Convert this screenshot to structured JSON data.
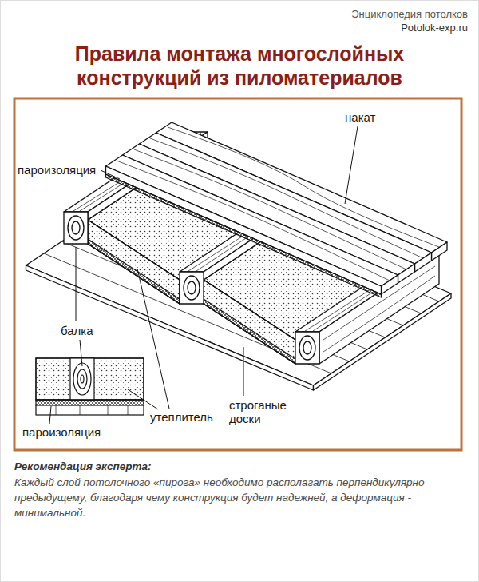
{
  "diagram": {
    "title": "Правила монтажа многослойных конструкций из пиломатериалов",
    "labels": [
      "Энциклопедия потолков",
      "Potolok-exp.ru",
      "накат",
      "пароизоляция",
      "балка",
      "утеплитель",
      "пароизоляция",
      "строганые доски",
      "Рекомендация эксперта:",
      "Каждый слой потолочного «пирога» необходимо располагать перпендикулярно предыдущему, благодаря чему конструкция будет надежней, а деформация - минимальной."
    ]
  }
}
